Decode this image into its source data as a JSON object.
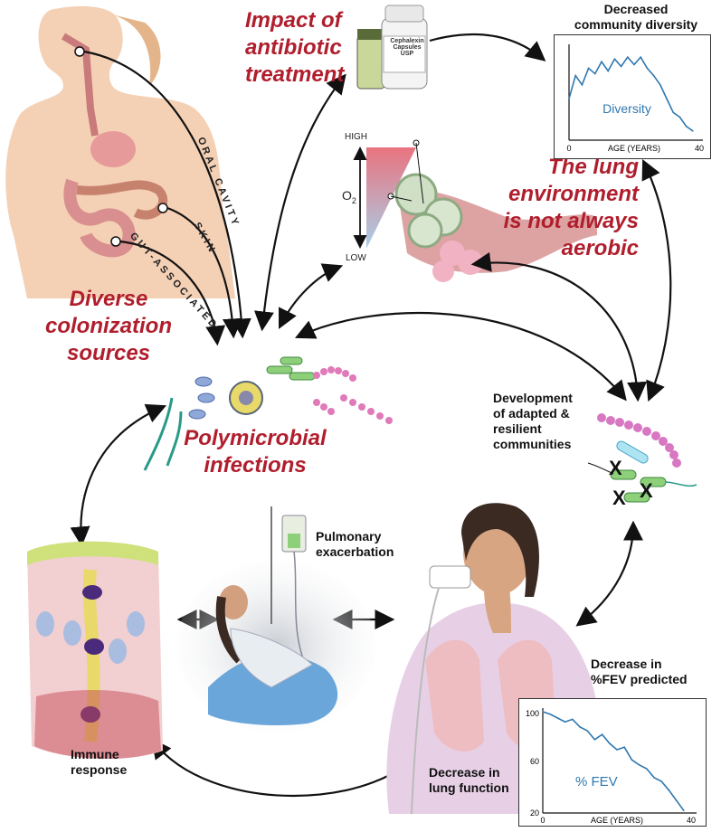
{
  "labels": {
    "antibiotic_line1": "Impact of",
    "antibiotic_line2": "antibiotic",
    "antibiotic_line3": "treatment",
    "lung_env_line1": "The lung",
    "lung_env_line2": "environment",
    "lung_env_line3": "is not always",
    "lung_env_line4": "aerobic",
    "diverse_line1": "Diverse",
    "diverse_line2": "colonization",
    "diverse_line3": "sources",
    "poly_line1": "Polymicrobial",
    "poly_line2": "infections",
    "development_line1": "Development",
    "development_line2": "of adapted &",
    "development_line3": "resilient",
    "development_line4": "communities",
    "pulmonary_line1": "Pulmonary",
    "pulmonary_line2": "exacerbation",
    "immune_line1": "Immune",
    "immune_line2": "response",
    "lungfn_line1": "Decrease in",
    "lungfn_line2": "lung function",
    "fev_title_line1": "Decrease in",
    "fev_title_line2": "%FEV predicted",
    "diversity_title_line1": "Decreased",
    "diversity_title_line2": "community diversity",
    "oral_cavity": "ORAL CAVITY",
    "skin": "SKIN",
    "gut": "GUT-ASSOCIATED",
    "o2_high": "HIGH",
    "o2_low": "LOW",
    "o2_label": "O",
    "o2_sub": "2",
    "bottle_label": "Cephalexin",
    "bottle_sub": "Capsules USP",
    "x_mark": "X"
  },
  "chart_data": [
    {
      "type": "line",
      "title": "Decreased community diversity",
      "series": [
        {
          "name": "Diversity",
          "x": [
            0,
            2,
            4,
            6,
            8,
            10,
            12,
            14,
            16,
            18,
            20,
            22,
            24,
            26,
            28,
            30,
            32,
            34,
            36,
            38
          ],
          "values": [
            0.45,
            0.7,
            0.6,
            0.78,
            0.72,
            0.85,
            0.75,
            0.88,
            0.8,
            0.9,
            0.82,
            0.9,
            0.78,
            0.7,
            0.6,
            0.45,
            0.3,
            0.25,
            0.15,
            0.1
          ]
        }
      ],
      "xlabel": "AGE (YEARS)",
      "x_ticks": [
        "0",
        "40"
      ],
      "xlim": [
        0,
        40
      ],
      "ylim": [
        0,
        1
      ]
    },
    {
      "type": "line",
      "title": "Decrease in %FEV predicted",
      "series": [
        {
          "name": "% FEV",
          "x": [
            0,
            2,
            4,
            6,
            8,
            10,
            12,
            14,
            16,
            18,
            20,
            22,
            24,
            26,
            28,
            30,
            32,
            34,
            36,
            38
          ],
          "values": [
            100,
            98,
            95,
            92,
            94,
            88,
            85,
            78,
            82,
            75,
            70,
            72,
            62,
            58,
            55,
            48,
            45,
            38,
            30,
            22
          ]
        }
      ],
      "xlabel": "AGE (YEARS)",
      "x_ticks": [
        "0",
        "40"
      ],
      "y_ticks": [
        "100",
        "60",
        "20"
      ],
      "xlim": [
        0,
        40
      ],
      "ylim": [
        20,
        100
      ]
    }
  ],
  "colors": {
    "accent_red": "#b01e2d",
    "line_blue": "#2f78b0",
    "skin": "#f2c8a8",
    "gown": "#e7d0e6"
  }
}
